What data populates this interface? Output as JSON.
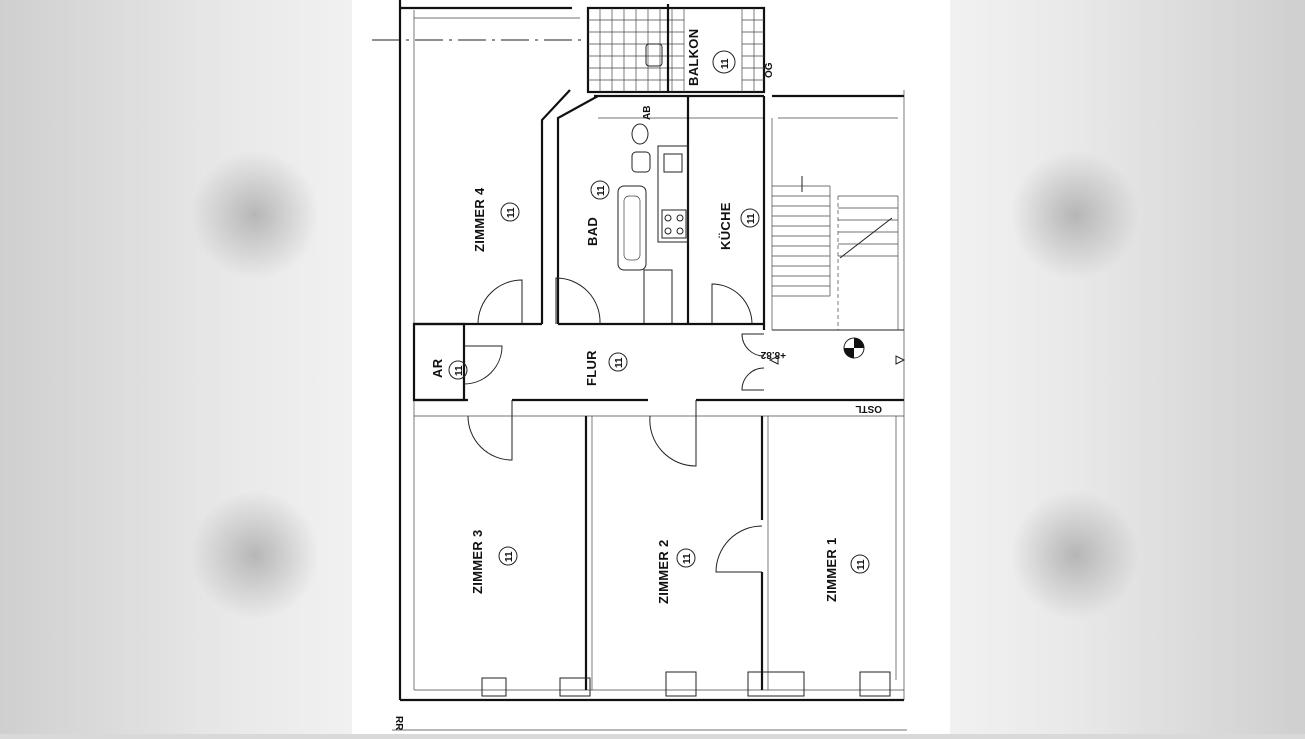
{
  "plan": {
    "rooms": [
      {
        "id": "zimmer4",
        "label": "ZIMMER 4",
        "unit": "11"
      },
      {
        "id": "bad",
        "label": "BAD",
        "unit": "11"
      },
      {
        "id": "kueche",
        "label": "KÜCHE",
        "unit": "11"
      },
      {
        "id": "balkon",
        "label": "BALKON",
        "unit": "11"
      },
      {
        "id": "flur",
        "label": "FLUR",
        "unit": "11"
      },
      {
        "id": "ar",
        "label": "AR",
        "unit": "11"
      },
      {
        "id": "zimmer3",
        "label": "ZIMMER 3",
        "unit": "11"
      },
      {
        "id": "zimmer2",
        "label": "ZIMMER 2",
        "unit": "11"
      },
      {
        "id": "zimmer1",
        "label": "ZIMMER 1",
        "unit": "11"
      }
    ],
    "annotations": {
      "ab": "AB",
      "level": "+8.82",
      "ostl": "OSTL",
      "og": "OG",
      "rr": "RR"
    }
  },
  "colors": {
    "line": "#111111",
    "paper": "#ffffff",
    "background": "#d9d9d9"
  }
}
